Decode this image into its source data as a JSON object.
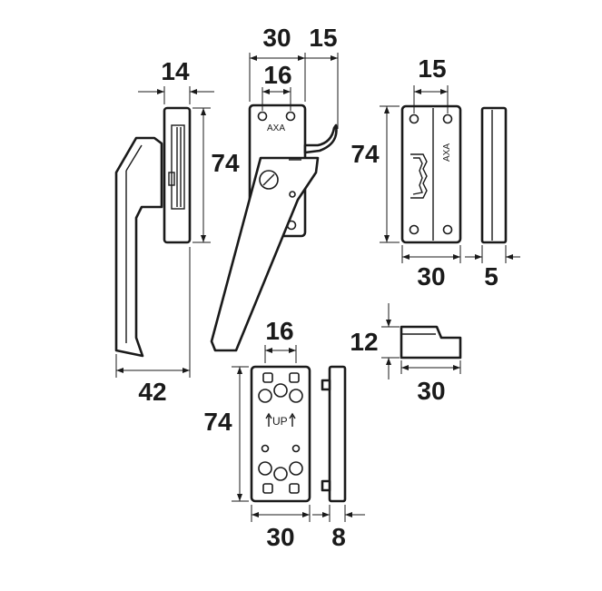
{
  "dimensions": {
    "left_plate_width": "14",
    "height_main": "74",
    "handle_width": "42",
    "plate_width_top": "30",
    "plate_hole_spacing_top": "16",
    "hook_offset": "15",
    "keeper_slot_width": "15",
    "keeper_height": "74",
    "keeper_width": "30",
    "keeper_thickness": "5",
    "wedge_height": "12",
    "wedge_width": "30",
    "mount_hole_spacing": "16",
    "mount_height": "74",
    "mount_width": "30",
    "mount_thickness": "8"
  },
  "labels": {
    "brand_handle": "AXA",
    "brand_keeper": "AXA",
    "mount_up": "UP"
  }
}
